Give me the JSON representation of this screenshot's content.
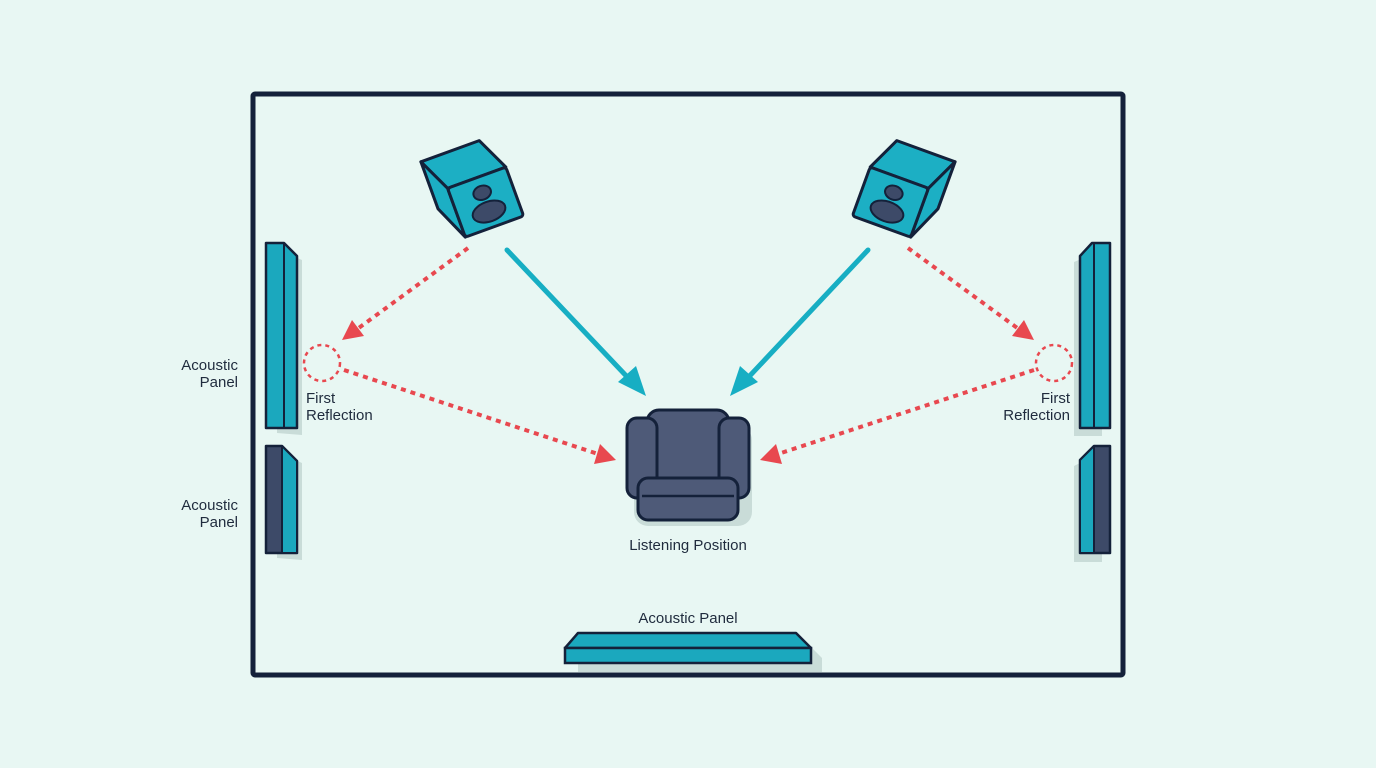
{
  "labels": {
    "panel_left_upper": "Acoustic\nPanel",
    "panel_left_lower": "Acoustic\nPanel",
    "panel_back": "Acoustic Panel",
    "reflection_left": "First\nReflection",
    "reflection_right": "First\nReflection",
    "listening_position": "Listening Position"
  },
  "colors": {
    "background": "#e8f7f3",
    "room_wall": "#14213a",
    "speaker_body": "#1cafc4",
    "speaker_driver": "#3d4a68",
    "panel_teal": "#1ba8be",
    "panel_dark": "#3d4a68",
    "direct_path": "#17aec3",
    "reflection_path": "#e8484f",
    "chair": "#4e5a78"
  },
  "icons": {
    "speaker": "speaker-icon",
    "chair": "chair-icon",
    "panel": "acoustic-panel-icon"
  }
}
